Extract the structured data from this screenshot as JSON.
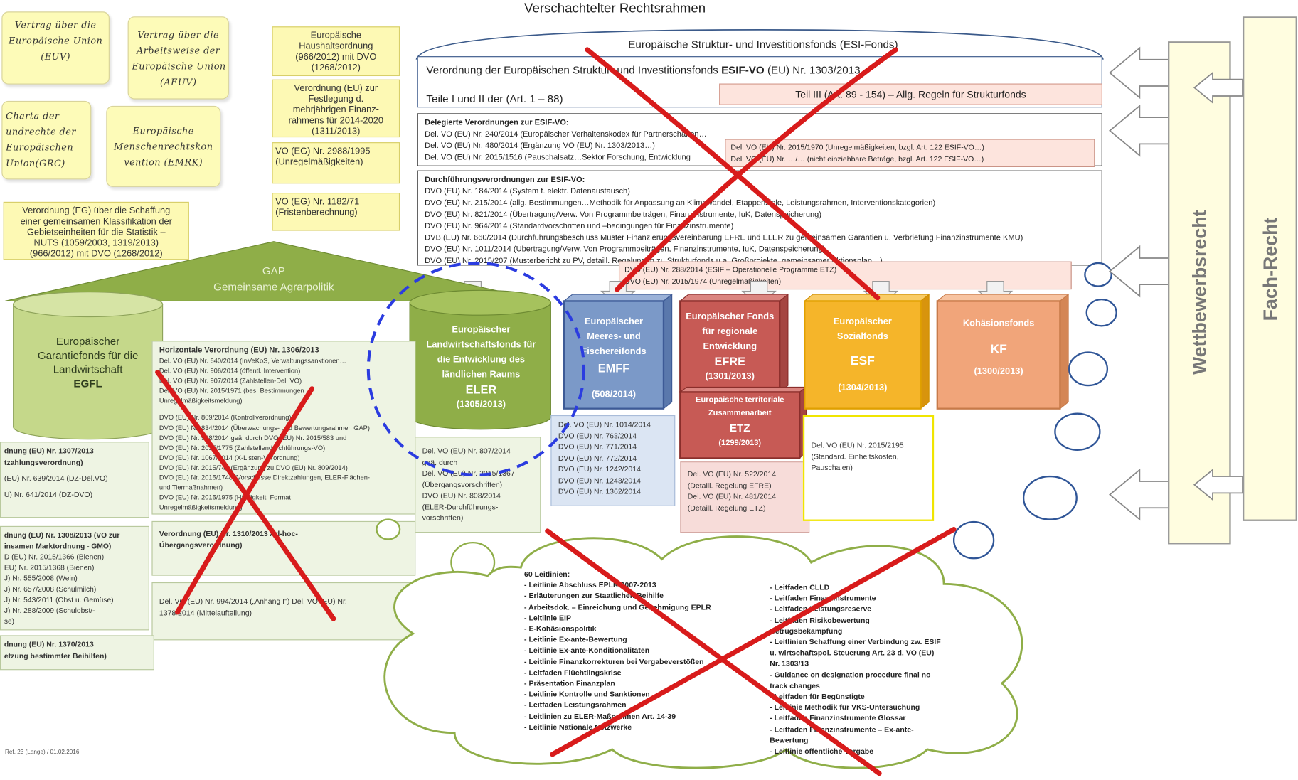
{
  "title": "Verschachtelter Rechtsrahmen",
  "footer": "Ref. 23 (Lange) / 01.02.2016",
  "colors": {
    "egfl": "#c5d88a",
    "eler": "#8fae48",
    "emff": "#7b99c8",
    "efre": "#c75a55",
    "etz": "#c75a55",
    "esf": "#f5b52a",
    "kf": "#f1a57a",
    "cross": "#d81b1b",
    "circle_dashed": "#2b3ce0"
  },
  "scrolls": [
    {
      "lines": [
        "Vertrag über die",
        "Europäische Union",
        "(EUV)"
      ]
    },
    {
      "lines": [
        "Vertrag über die",
        "Arbeitsweise der",
        "Europäische Union",
        "(AEUV)"
      ]
    },
    {
      "lines": [
        "Charta der",
        "undrechte der",
        "Europäischen",
        "Union(GRC)"
      ]
    },
    {
      "lines": [
        "Europäische",
        "Menschenrechtskon",
        "vention (EMRK)"
      ]
    }
  ],
  "yellow_boxes": [
    {
      "lines": [
        "Europäische",
        "Haushaltsordnung",
        "(966/2012) mit DVO",
        "(1268/2012)"
      ]
    },
    {
      "lines": [
        "Verordnung (EU) zur",
        "Festlegung d.",
        "mehrjährigen Finanz-",
        "rahmens für 2014-2020",
        "(1311/2013)"
      ]
    },
    {
      "lines": [
        "VO (EG) Nr.  2988/1995",
        "(Unregelmäßigkeiten)"
      ]
    },
    {
      "lines": [
        "VO (EG) Nr.  1182/71",
        "(Fristenberechnung)"
      ]
    },
    {
      "lines": [
        "Verordnung (EG) über die Schaffung",
        "einer gemeinsamen Klassifikation der",
        "Gebietseinheiten für die Statistik –",
        "NUTS (1059/2003, 1319/2013)",
        "(966/2012) mit DVO (1268/2012)"
      ]
    }
  ],
  "esi": {
    "header": "Europäische Struktur- und Investitionsfonds (ESI-Fonds)",
    "regulation_prefix": "Verordnung der Europäischen Struktur- und Investitionsfonds ",
    "regulation_bold": "ESIF-VO",
    "regulation_suffix": " (EU) Nr. 1303/2013.",
    "part12": "Teile I und II der (Art. 1 – 88)",
    "part3": "Teil III (Art. 89 - 154) – Allg. Regeln für Strukturfonds"
  },
  "delegated": {
    "heading": "Delegierte Verordnungen zur ESIF-VO:",
    "lines": [
      "Del. VO (EU) Nr.  240/2014 (Europäischer Verhaltenskodex für Partnerschaften…",
      "Del. VO (EU) Nr.  480/2014 (Ergänzung VO (EU) Nr.  1303/2013…)",
      "Del. VO (EU) Nr.  2015/1516 (Pauschalsatz…Sektor Forschung, Entwicklung"
    ],
    "pink_lines": [
      "Del. VO (EU) Nr.  2015/1970 (Unregelmäßigkeiten, bzgl. Art. 122 ESIF-VO…)",
      "Del. VO (EU) Nr.  …/… (nicht einziehbare Beträge, bzgl. Art. 122 ESIF-VO…)"
    ]
  },
  "implementing": {
    "heading": "Durchführungsverordnungen zur ESIF-VO:",
    "lines": [
      "DVO (EU) Nr.  184/2014 (System f. elektr. Datenaustausch)",
      "DVO (EU) Nr.  215/2014 (allg. Bestimmungen…Methodik für Anpassung an Klimawandel, Etappenziele, Leistungsrahmen, Interventionskategorien)",
      "DVO (EU) Nr.  821/2014 (Übertragung/Verw. Von Programmbeiträgen, Finanzinstrumente, IuK, Datenspeicherung)",
      "DVO (EU) Nr.  964/2014 (Standardvorschriften und –bedingungen für Finanzinstrumente)",
      "DVB (EU) Nr.  660/2014 (Durchführungsbeschluss Muster Finanzierungsvereinbarung EFRE und ELER zu gemeinsamen Garantien u. Verbriefung Finanzinstrumente KMU)",
      "DVO (EU) Nr.  1011/2014 (Übertragung/Verw. Von Programmbeiträgen, Finanzinstrumente, IuK, Datenspeicherung)",
      "DVO (EU) Nr.  2015/207 (Musterbericht zu PV, detaill. Regelungen zu Strukturfonds u.a. Großprojekte, gemeinsamer Aktionsplan…)"
    ],
    "pink_lines": [
      "DVO (EU) Nr.  288/2014 (ESIF – Operationelle Programme ETZ)",
      "DVO (EU) Nr.  2015/1974 (Unregelmäßigkeiten)"
    ]
  },
  "gap": {
    "title": "GAP",
    "subtitle": "Gemeinsame Agrarpolitik"
  },
  "egfl": {
    "lines": [
      "Europäischer",
      "Garantiefonds für die",
      "Landwirtschaft"
    ],
    "abbr": "EGFL"
  },
  "eler": {
    "lines": [
      "Europäischer",
      "Landwirtschaftsfonds für",
      "die Entwicklung des",
      "ländlichen Raums"
    ],
    "abbr": "ELER",
    "reg": "(1305/2013)"
  },
  "funds": {
    "emff": {
      "lines": [
        "Europäischer",
        "Meeres- und",
        "Fischereifonds"
      ],
      "abbr": "EMFF",
      "reg": "(508/2014)"
    },
    "efre": {
      "lines": [
        "Europäischer Fonds",
        "für regionale",
        "Entwicklung"
      ],
      "abbr": "EFRE",
      "reg": "(1301/2013)"
    },
    "etz": {
      "lines": [
        "Europäische territoriale",
        "Zusammenarbeit"
      ],
      "abbr": "ETZ",
      "reg": "(1299/2013)"
    },
    "esf": {
      "lines": [
        "Europäischer",
        "Sozialfonds"
      ],
      "abbr": "ESF",
      "reg": "(1304/2013)"
    },
    "kf": {
      "lines": [
        "Kohäsionsfonds"
      ],
      "abbr": "KF",
      "reg": "(1300/2013)"
    }
  },
  "horizontal": {
    "heading": "Horizontale Verordnung (EU) Nr. 1306/2013",
    "lines": [
      "Del. VO (EU) Nr. 640/2014 (InVeKoS, Verwaltungssanktionen…",
      "Del. VO (EU) Nr. 906/2014 (öffentl. Intervention)",
      "Del. VO (EU) Nr. 907/2014 (Zahlstellen-Del. VO)",
      "Del. VO (EU) Nr. 2015/1971 (bes. Bestimmungen",
      "Unregelmäßigkeitsmeldung)",
      "",
      "DVO (EU) Nr. 809/2014 (Kontrollverordnung)",
      "DVO (EU) Nr. 834/2014 (Überwachungs- und Bewertungsrahmen GAP)",
      "DVO (EU) Nr. 908/2014 geä. durch DVO (EU) Nr. 2015/583 und",
      "DVO (EU) Nr. 2015/1775 (Zahlstellendurchführungs-VO)",
      "DVO (EU) Nr. 1067/2014 (X-Listen-Verordnung)",
      "DVO (EU) Nr. 2015/747 (Ergänzung zu DVO (EU) Nr.  809/2014)",
      "DVO (EU) Nr. 2015/1748 (Vorschüsse Direktzahlungen, ELER-Flächen-",
      "und Tiermaßnahmen)",
      "DVO (EU) Nr. 2015/1975 (Häufigkeit, Format",
      "Unregelmäßigkeitsmeldung)"
    ]
  },
  "reg1310": {
    "lines": [
      "Verordnung (EU) Nr. 1310/2013 Ad-hoc-",
      "Übergangsverordnung)"
    ]
  },
  "reg994": {
    "lines": [
      "Del. VO (EU) Nr.  994/2014 („Anhang I\") Del. VO (EU) Nr.",
      "1378/2014 (Mittelaufteilung)"
    ]
  },
  "left_partial": [
    {
      "lines": [
        "dnung (EU) Nr. 1307/2013",
        "tzahlungsverordnung)",
        "",
        "(EU) Nr.  639/2014 (DZ-Del.VO)",
        "",
        "U) Nr. 641/2014 (DZ-DVO)"
      ]
    },
    {
      "lines": [
        "dnung (EU) Nr. 1308/2013 (VO zur",
        "insamen Marktordnung -  GMO)",
        "D (EU) Nr.  2015/1366 (Bienen)",
        "EU) Nr.  2015/1368 (Bienen)",
        "J) Nr.  555/2008 (Wein)",
        "J) Nr.  657/2008 (Schulmilch)",
        "J) Nr.  543/2011 (Obst u. Gemüse)",
        "J) Nr.  288/2009 (Schulobst/-",
        "se)"
      ]
    },
    {
      "lines": [
        "dnung (EU) Nr. 1370/2013",
        "etzung bestimmter Beihilfen)"
      ]
    }
  ],
  "eler_regs": {
    "lines": [
      "Del. VO (EU) Nr.  807/2014",
      "geä. durch",
      "Del. VO (EU) Nr.  2015/1367",
      "(Übergangsvorschriften)",
      "",
      "DVO (EU) Nr. 808/2014",
      "(ELER-Durchführungs-",
      "vorschriften)"
    ]
  },
  "emff_regs": {
    "lines": [
      "Del. VO (EU) Nr.  1014/2014",
      "DVO (EU) Nr. 763/2014",
      "DVO (EU) Nr. 771/2014",
      "DVO (EU) Nr. 772/2014",
      "DVO (EU) Nr. 1242/2014",
      "DVO (EU) Nr. 1243/2014",
      "DVO (EU) Nr. 1362/2014"
    ]
  },
  "efre_regs": {
    "lines": [
      "Del. VO (EU) Nr.  522/2014",
      "(Detaill. Regelung EFRE)",
      "Del. VO (EU) Nr.  481/2014",
      "(Detaill. Regelung ETZ)"
    ]
  },
  "esf_regs": {
    "lines": [
      "Del. VO (EU) Nr.  2015/2195",
      "(Standard. Einheitskosten,",
      "Pauschalen)"
    ]
  },
  "cloud_left": {
    "lines": [
      "60 Leitlinien:",
      "- Leitlinie Abschluss EPLR 2007-2013",
      "- Erläuterungen zur Staatlichen Beihilfe",
      "- Arbeitsdok. – Einreichung und Genehmigung EPLR",
      "- Leitlinie EIP",
      "- E-Kohäsionspolitik",
      "- Leitlinie Ex-ante-Bewertung",
      "- Leitlinie Ex-ante-Konditionalitäten",
      "- Leitlinie Finanzkorrekturen bei Vergabeverstößen",
      "- Leitfaden Flüchtlingskrise",
      "- Präsentation Finanzplan",
      "- Leitlinie Kontrolle und Sanktionen",
      "- Leitfaden Leistungsrahmen",
      "- Leitlinien zu ELER-Maßnahmen Art. 14-39",
      "- Leitlinie Nationale Netzwerke"
    ]
  },
  "cloud_right": {
    "lines": [
      "- Leitfaden CLLD",
      "- Leitfaden Finanzinstrumente",
      "- Leitfaden Leistungsreserve",
      "- Leitfaden Risikobewertung",
      "Betrugsbekämpfung",
      "- Leitlinien Schaffung einer Verbindung zw. ESIF",
      "u. wirtschaftspol. Steuerung Art. 23 d. VO (EU)",
      "Nr.  1303/13",
      "- Guidance on designation procedure final no",
      "track changes",
      "- Leitfaden für Begünstigte",
      "- Leitlinie Methodik für VKS-Untersuchung",
      "- Leitfaden Finanzinstrumente Glossar",
      "- Leitfaden Finanzinstrumente – Ex-ante-",
      "Bewertung",
      "- Leitlinie öffentliche Vergabe"
    ]
  },
  "side_labels": {
    "competition": "Wettbewerbsrecht",
    "specialist": "Fach-Recht"
  }
}
